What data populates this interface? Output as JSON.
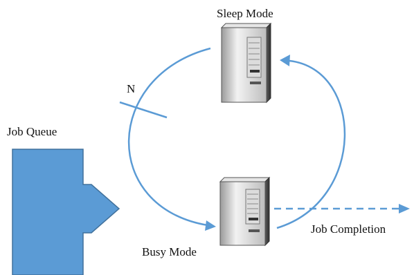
{
  "labels": {
    "sleep_mode": "Sleep Mode",
    "busy_mode": "Busy Mode",
    "job_queue": "Job Queue",
    "job_completion": "Job Completion",
    "threshold": "N"
  },
  "icons": {
    "sleep_server": "server-tower-icon",
    "busy_server": "server-tower-icon"
  },
  "colors": {
    "arrow": "#5b9bd5",
    "queue_fill": "#5b9bd5",
    "queue_stroke": "#41719c",
    "text": "#111111",
    "server_body": "#d9d9d9",
    "server_dark": "#4d4d4d"
  }
}
